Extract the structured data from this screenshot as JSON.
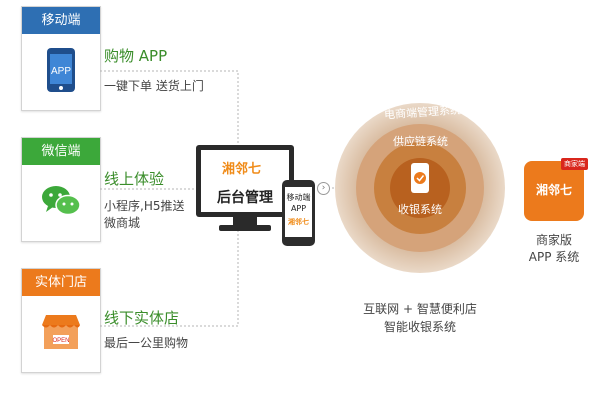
{
  "channels": [
    {
      "header": "移动端",
      "title": "购物 APP",
      "desc": [
        "一键下单 送货上门"
      ],
      "icon": "app-phone-icon",
      "color": "#2e6fb3",
      "icon_text": "APP"
    },
    {
      "header": "微信端",
      "title": "线上体验",
      "desc": [
        "小程序,H5推送",
        "微商城"
      ],
      "icon": "wechat-icon",
      "color": "#3ca83a"
    },
    {
      "header": "实体门店",
      "title": "线下实体店",
      "desc": [
        "最后一公里购物"
      ],
      "icon": "storefront-icon",
      "color": "#ec7a1c",
      "icon_text": "OPEN"
    }
  ],
  "center": {
    "brand": "湘邻七",
    "admin_label": "后台管理",
    "phone_lines": [
      "移动端",
      "APP"
    ],
    "phone_brand": "湘邻七"
  },
  "rings": {
    "outer": "电商端管理系统",
    "middle": "供应链系统",
    "inner": "收银系统",
    "colors": [
      "#e9d7c6",
      "#d9b08c",
      "#c98544",
      "#b85f1f"
    ]
  },
  "caption": [
    "互联网 + 智慧便利店",
    "智能收银系统"
  ],
  "merchant": {
    "brand": "湘邻七",
    "tag": "商家端",
    "label": [
      "商家版",
      "APP 系统"
    ]
  }
}
